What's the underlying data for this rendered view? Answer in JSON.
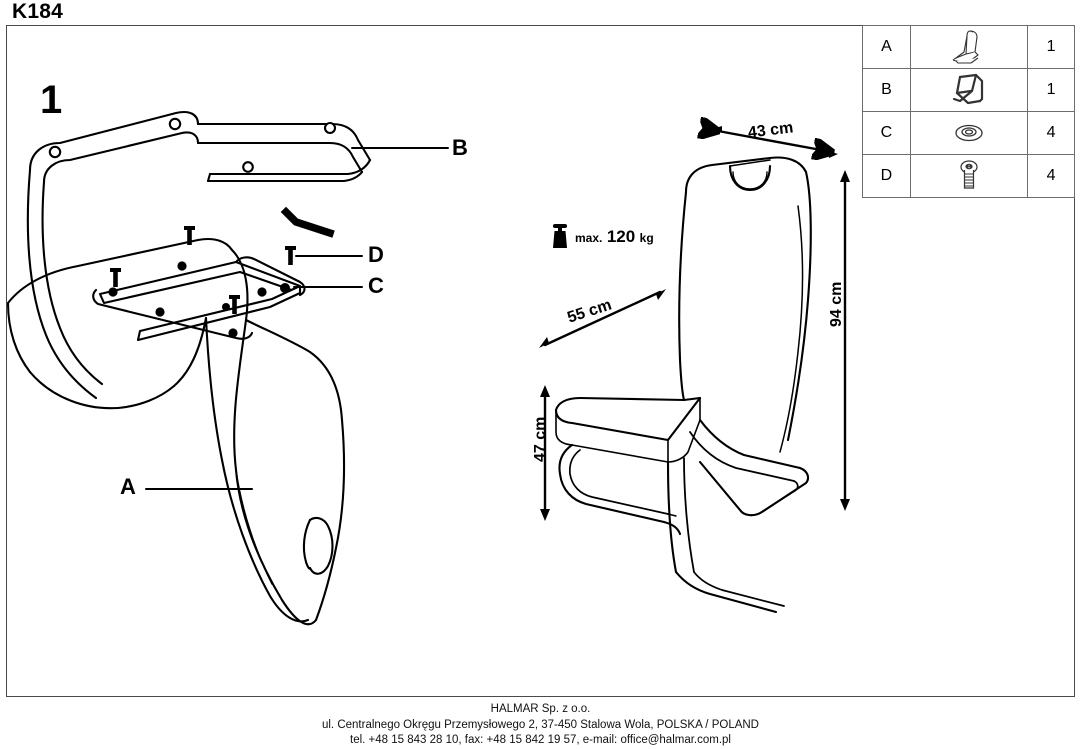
{
  "model": {
    "title": "K184"
  },
  "step": {
    "number": "1"
  },
  "callouts": [
    {
      "id": "B",
      "label": "B"
    },
    {
      "id": "D",
      "label": "D"
    },
    {
      "id": "C",
      "label": "C"
    },
    {
      "id": "A",
      "label": "A"
    }
  ],
  "parts_table": {
    "rows": [
      {
        "letter": "A",
        "icon": "chair-seat-shell-icon",
        "qty": "1"
      },
      {
        "letter": "B",
        "icon": "cantilever-frame-icon",
        "qty": "1"
      },
      {
        "letter": "C",
        "icon": "washer-icon",
        "qty": "4"
      },
      {
        "letter": "D",
        "icon": "screw-icon",
        "qty": "4"
      }
    ]
  },
  "dimensions": {
    "width": "43 cm",
    "depth": "55 cm",
    "height": "94 cm",
    "seat_height": "47 cm"
  },
  "load": {
    "prefix": "max.",
    "value": "120",
    "unit": "kg",
    "icon": "weight-icon"
  },
  "tool": {
    "icon": "allen-key-icon"
  },
  "footer": {
    "company": "HALMAR Sp. z o.o.",
    "address": "ul. Centralnego Okręgu Przemysłowego 2, 37-450 Stalowa Wola, POLSKA / POLAND",
    "contact": "tel. +48 15 843 28 10, fax: +48 15 842 19 57, e-mail: office@halmar.com.pl"
  },
  "colors": {
    "line": "#000000",
    "border": "#4a4a4a",
    "table_border": "#6d6d6d",
    "background": "#ffffff"
  }
}
